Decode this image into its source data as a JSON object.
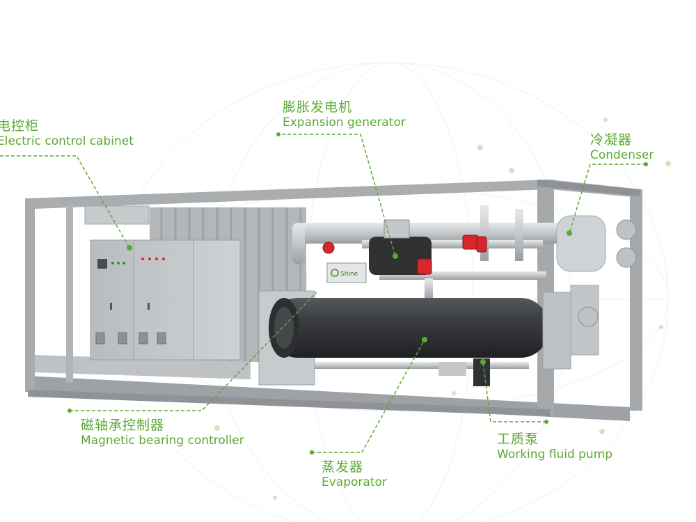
{
  "colors": {
    "accent": "#5aa932",
    "frame": "#9ea2a6",
    "frame_dark": "#7d8185",
    "cabinet": "#c3c6c8",
    "evaporator": "#3a3c3f",
    "pipe": "#c9ccce",
    "valve": "#d8262b"
  },
  "labels": {
    "cabinet": {
      "zh": "电控柜",
      "en": "Electric control cabinet"
    },
    "expansion": {
      "zh": "膨胀发电机",
      "en": "Expansion generator"
    },
    "condenser": {
      "zh": "冷凝器",
      "en": "Condenser"
    },
    "bearing": {
      "zh": "磁轴承控制器",
      "en": "Magnetic bearing controller"
    },
    "evaporator": {
      "zh": "蒸发器",
      "en": "Evaporator"
    },
    "pump": {
      "zh": "工质泵",
      "en": "Working fluid pump"
    }
  },
  "badge": {
    "text": "Shine"
  }
}
